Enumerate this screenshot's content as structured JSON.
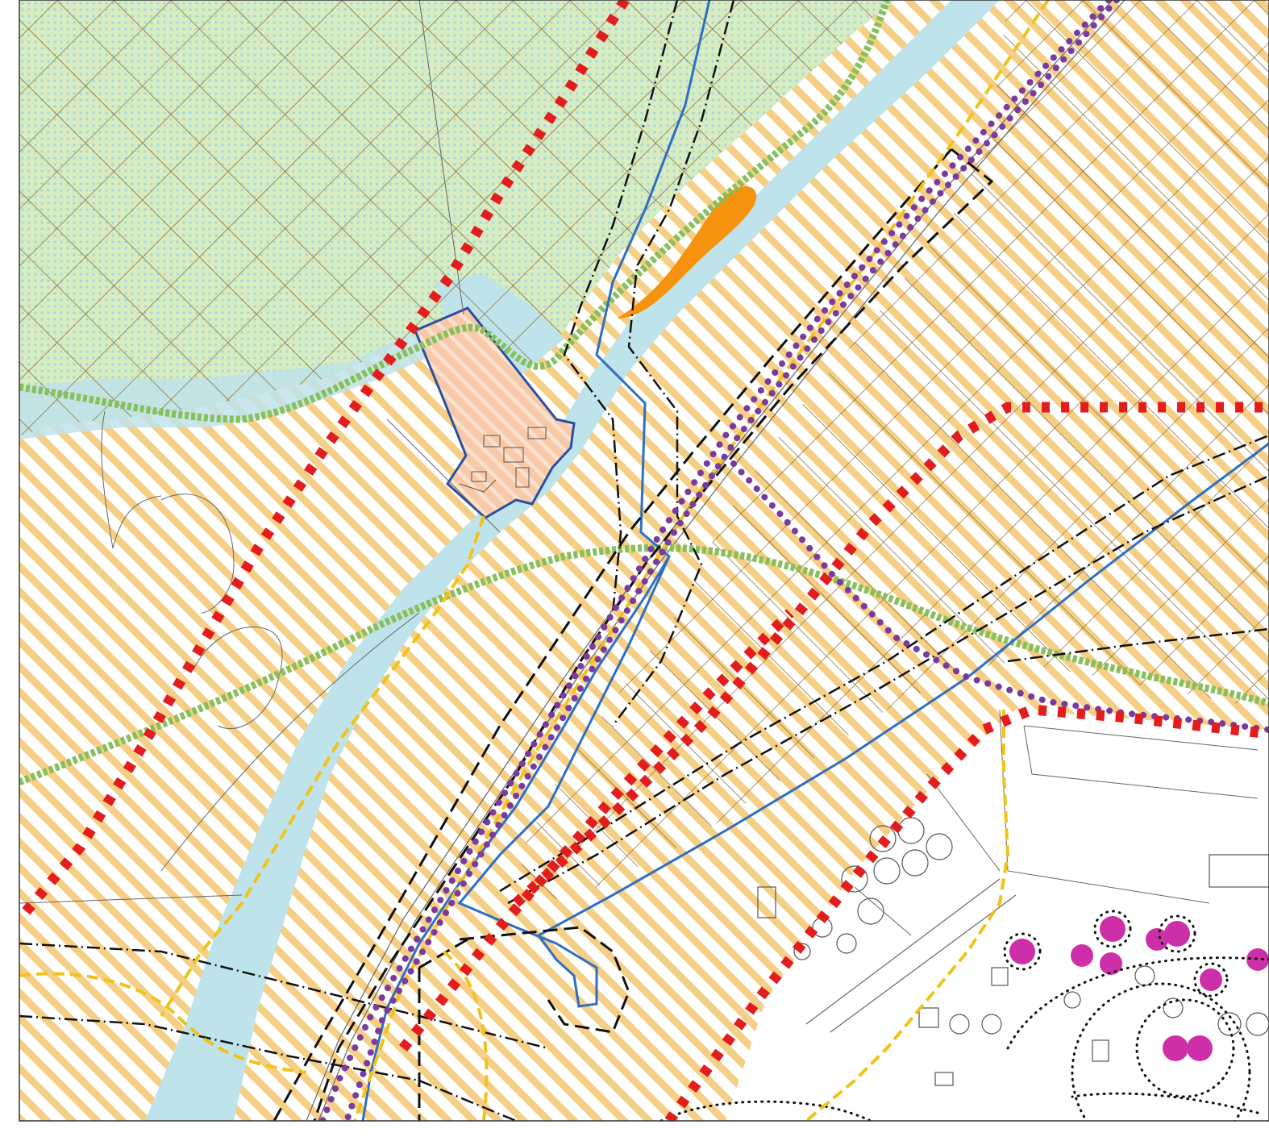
{
  "map": {
    "type": "zoning-plan-extract",
    "colors": {
      "background": "#ffffff",
      "industrial_stripe": "#f6cf86",
      "nature_fill": "#d9ecbf",
      "nature_dots": "#9fd7e5",
      "water": "#bfe3ea",
      "grid_hatch": "#8a6a2a",
      "site_fill": "#f6c9a8",
      "site_border": "#2b4fa0",
      "orange_blob": "#f5930f",
      "red_triangle": "#e31d1d",
      "purple_dots": "#7a3aa0",
      "green_boundary": "#86c05a",
      "blue_line": "#2f6fc3",
      "black_dashdot": "#111111",
      "yellow_dash": "#f2c21a",
      "magenta_tanks": "#cc2fa8",
      "line_gray": "#555555"
    },
    "layers": [
      "industrial-stripe-zone",
      "nature-protection-zone",
      "water-channel",
      "diagonal-grid-hatch",
      "plan-site-parcel",
      "orange-feature",
      "red-triangle-boundary",
      "purple-dotted-route",
      "green-ring-boundary",
      "blue-lines",
      "black-dashdot-lines",
      "yellow-dashed-roads",
      "storage-tanks",
      "black-dotted-zones"
    ]
  }
}
